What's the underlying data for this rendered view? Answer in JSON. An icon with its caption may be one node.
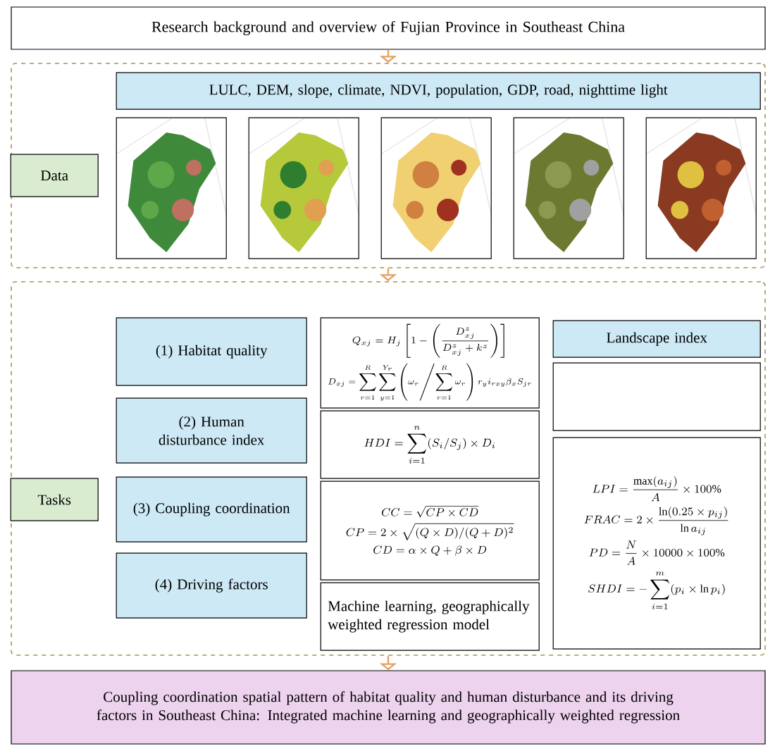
{
  "diagram": {
    "nodes": [
      {
        "text": [
          "Research background and overview of Fujian Province in Southeast China"
        ]
      },
      {
        "text": [],
        "shape": "box"
      },
      {
        "text": [
          "Data"
        ],
        "in": 1
      },
      {
        "text": [
          "LULC, DEM, slope, climate, NDVI, population, GDP, road, nighttime light"
        ],
        "in": 1
      },
      {
        "text": [],
        "shape": "picture",
        "in": 1
      },
      {
        "text": [],
        "shape": "picture",
        "in": 1
      },
      {
        "text": [],
        "shape": "picture",
        "in": 1
      },
      {
        "text": [],
        "shape": "picture",
        "in": 1
      },
      {
        "text": [],
        "shape": "picture",
        "in": 1
      },
      {
        "text": [],
        "shape": "box"
      },
      {
        "text": [
          "Tasks"
        ],
        "in": 9
      },
      {
        "text": [
          "(1) Habitat quality"
        ],
        "in": 9
      },
      {
        "text": [
          "Q_{xj}=H_j\\left[1-\\left(\\frac{D_{xj}^{z}}{D_{xj}^{z}+k^{z}}\\right)\\right]",
          "D_{xj}=\\sum_{r=1}^{R}\\sum_{y=1}^{Y_r}\\left(\\omega_r\\middle/\\sum_{r=1}^{R}\\omega_r\\right)r_y i_{rxy}\\beta_x S_{jr}"
        ],
        "in": 9
      },
      {
        "text": [
          "(2) Human disturbance index"
        ],
        "in": 9
      },
      {
        "text": [
          "HDI=\\sum_{i=1}^{n}(S_i/S_j)\\times D_i"
        ],
        "in": 9
      },
      {
        "text": [
          "(3) Coupling coordination"
        ],
        "in": 9
      },
      {
        "text": [
          "CC=\\sqrt{CP\\times CD}",
          "CP=2\\times\\sqrt{(Q\\times D)/(Q+D)^2}",
          "CD=\\alpha\\times Q+\\beta\\times D"
        ],
        "in": 9
      },
      {
        "text": [
          "(4) Driving factors"
        ],
        "in": 9
      },
      {
        "text": [
          "Machine learning, geographically weighted regression model"
        ],
        "in": 9
      },
      {
        "text": [
          "Landscape index"
        ],
        "in": 9
      },
      {
        "text": [],
        "shape": "box",
        "in": 9
      },
      {
        "text": [
          "LPI=\\frac{\\max(a_{ij})}{A}\\times 100\\%",
          "FRAC=2\\times\\frac{\\ln(0.25\\times p_{ij})}{\\ln a_{ij}}",
          "PD=\\frac{N}{A}\\times 10000\\times 100\\%",
          "SHDI=-\\sum_{i=1}^{m}(p_i\\times\\ln p_i)"
        ],
        "in": 9
      },
      {
        "text": [
          "Coupling coordination spatial pattern of habitat quality and human disturbance and its driving factors in Southeast China: Integrated machine learning and geographically weighted regression"
        ]
      }
    ],
    "edges": [
      {
        "from": 0,
        "to": 1,
        "arrow": "to"
      },
      {
        "from": 1,
        "to": 9,
        "arrow": "to"
      },
      {
        "from": 9,
        "to": 22,
        "arrow": "to"
      }
    ]
  }
}
